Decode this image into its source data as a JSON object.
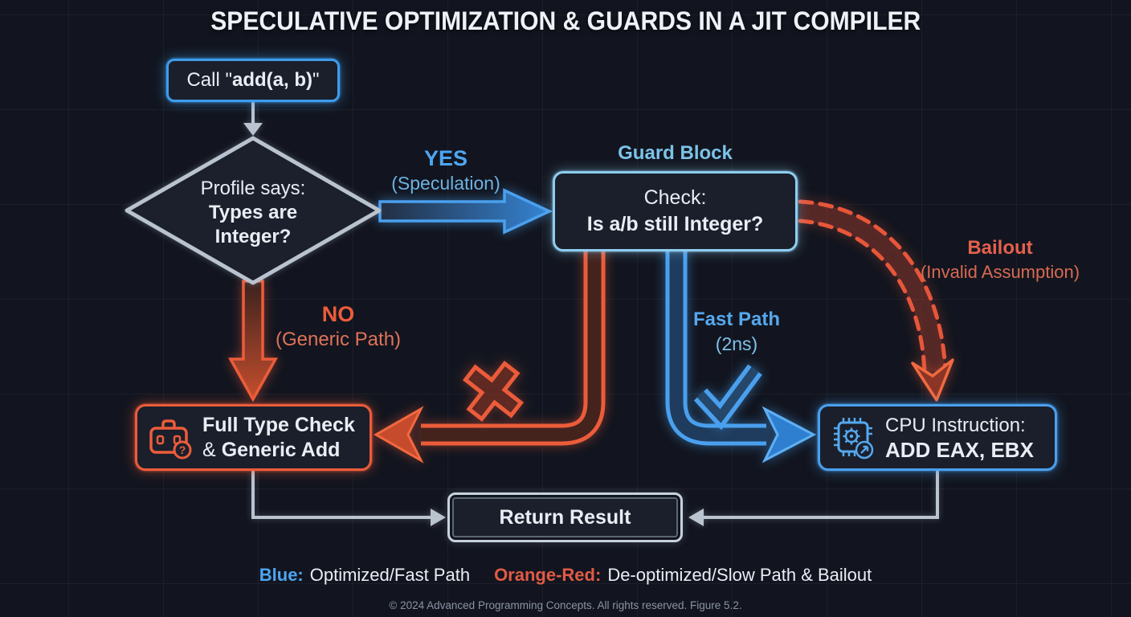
{
  "title": "SPECULATIVE OPTIMIZATION & GUARDS IN A JIT COMPILER",
  "nodes": {
    "call": {
      "pre": "Call \"",
      "bold": "add(a, b)",
      "post": "\""
    },
    "decision": {
      "line1": "Profile says:",
      "line2": "Types are",
      "line3": "Integer?"
    },
    "guard": {
      "heading": "Guard Block",
      "line1": "Check:",
      "line2": "Is a/b still Integer?"
    },
    "generic": {
      "line1": "Full Type Check",
      "amp": "&",
      "line2": "Generic Add"
    },
    "cpu": {
      "line1": "CPU Instruction:",
      "line2": "ADD EAX, EBX"
    },
    "result": {
      "label": "Return Result"
    }
  },
  "edges": {
    "yes": {
      "label": "YES",
      "sub": "(Speculation)"
    },
    "no": {
      "label": "NO",
      "sub": "(Generic Path)"
    },
    "fast": {
      "label": "Fast Path",
      "sub": "(2ns)"
    },
    "bailout": {
      "label": "Bailout",
      "sub": "(Invalid Assumption)"
    }
  },
  "icons": {
    "question_glyph": "?"
  },
  "legend": {
    "blue_label": "Blue:",
    "blue_text": "Optimized/Fast Path",
    "orange_label": "Orange-Red:",
    "orange_text": "De-optimized/Slow Path & Bailout"
  },
  "footer": "© 2024 Advanced Programming Concepts. All rights reserved. Figure 5.2.",
  "colors": {
    "blue": "#3f9ceb",
    "light_blue": "#8ecdf0",
    "orange": "#ec5c3a",
    "steel": "#c8d2de",
    "background": "#12151f"
  }
}
